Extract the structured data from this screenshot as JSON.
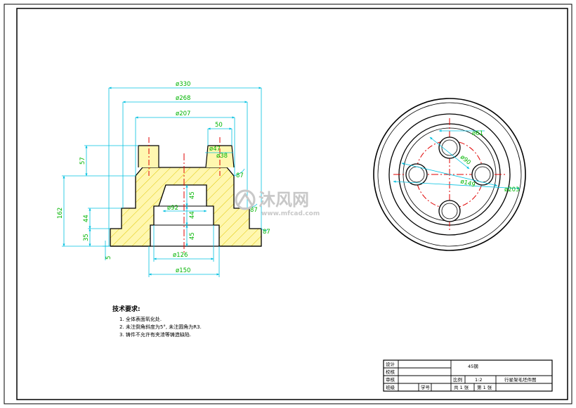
{
  "front_view_dims": {
    "d330": "ø330",
    "d268": "ø268",
    "d207": "ø207",
    "w50": "50",
    "d47": "ø47",
    "d38": "ø38",
    "d92": "ø92",
    "d126": "ø126",
    "d150": "ø150",
    "h57": "57",
    "h162": "162",
    "h44_left": "44",
    "h35": "35",
    "h5": "5",
    "h45_top": "45",
    "h44_mid": "44",
    "h45_bot": "45",
    "r87_top": "87",
    "r87_mid": "87",
    "r87_bot": "87"
  },
  "top_view_dims": {
    "d61": "ø61",
    "d90": "ø90",
    "d149": "ø149",
    "d203": "ø203"
  },
  "watermark": {
    "brand": "沐风网",
    "url": "www.mfcad.com"
  },
  "tech_requirements": {
    "title": "技术要求:",
    "items": [
      "1. 全体表面氧化处.",
      "2. 未注倒角斜度为5°, 未注圆角为R3.",
      "3. 铸件不允许有夹渣等铸造缺陷."
    ]
  },
  "title_block": {
    "row_labels": [
      "设计",
      "校核",
      "审核",
      "班级"
    ],
    "student_no_label": "学号",
    "material": "45钢",
    "scale_label": "比例",
    "scale_value": "1:2",
    "part_name": "行星架毛坯件图",
    "sheets_total": "共 1 张",
    "sheet_no": "第 1 张"
  }
}
